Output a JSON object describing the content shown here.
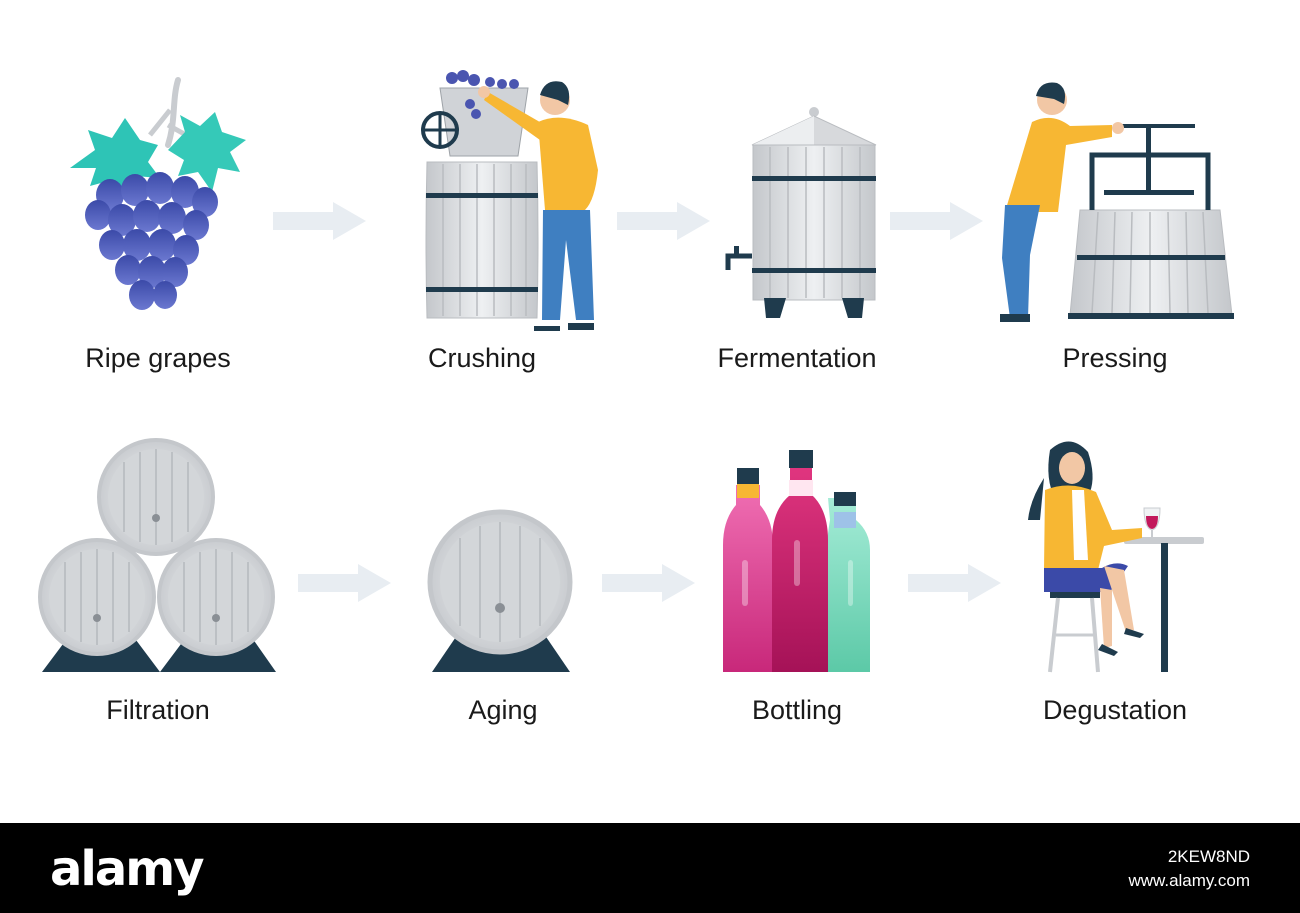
{
  "steps": [
    {
      "label": "Ripe grapes"
    },
    {
      "label": "Crushing"
    },
    {
      "label": "Fermentation"
    },
    {
      "label": "Pressing"
    },
    {
      "label": "Filtration"
    },
    {
      "label": "Aging"
    },
    {
      "label": "Bottling"
    },
    {
      "label": "Degustation"
    }
  ],
  "footer": {
    "brand": "alamy",
    "image_id": "2KEW8ND",
    "site": "www.alamy.com"
  },
  "colors": {
    "grape": "#4a55b0",
    "leaf": "#2ec4b6",
    "barrel": "#d7d9dc",
    "hoop": "#1f3b4d",
    "shirt": "#f7b733",
    "jeans": "#3f7fc1",
    "arrow": "#e8edf2",
    "bottle_pink": "#e83e96",
    "bottle_magenta": "#c2185b",
    "bottle_green": "#7fd8be"
  }
}
